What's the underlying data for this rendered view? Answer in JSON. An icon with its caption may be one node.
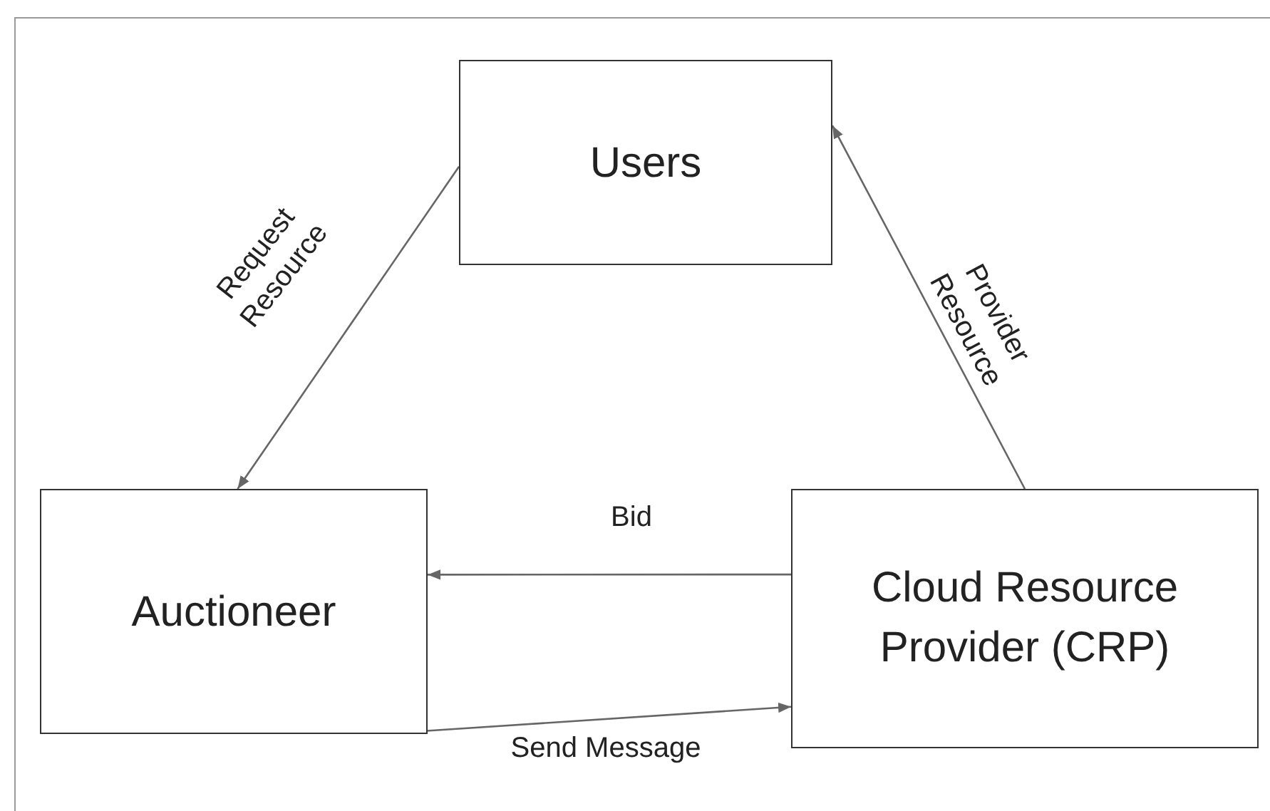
{
  "diagram": {
    "nodes": [
      {
        "text": [
          "Users"
        ]
      },
      {
        "text": [
          "Auctioneer"
        ]
      },
      {
        "text": [
          "Cloud Resource Provider (CRP)"
        ]
      }
    ],
    "edges": [
      {
        "from": 0,
        "to": 1,
        "arrow": "to",
        "label": "Request Resource"
      },
      {
        "from": 2,
        "to": 0,
        "arrow": "to",
        "label": "Provider Resource"
      },
      {
        "from": 2,
        "to": 1,
        "arrow": "to",
        "label": "Bid"
      },
      {
        "from": 1,
        "to": 2,
        "arrow": "to",
        "label": "Send Message"
      }
    ]
  }
}
